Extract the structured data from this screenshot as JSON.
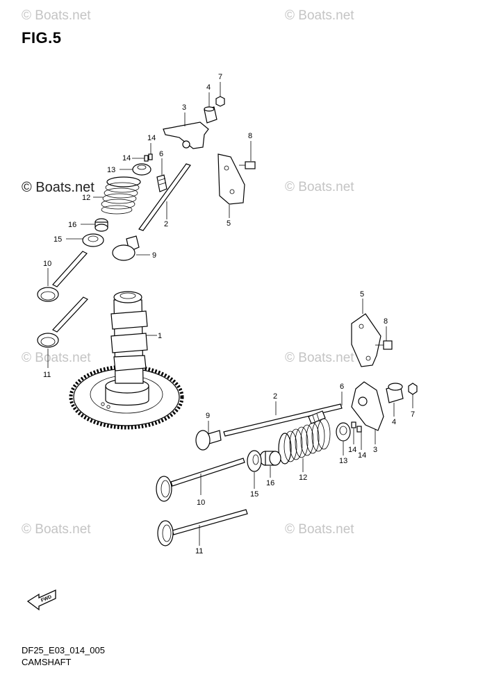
{
  "figure": {
    "title": "FIG.5",
    "code": "DF25_E03_014_005",
    "name": "CAMSHAFT"
  },
  "watermarks": {
    "text_light": "© Boats.net",
    "text_strong": "© Boats.net"
  },
  "fwd_label": "FWD",
  "callouts": {
    "c_upper_7": "7",
    "c_upper_4": "4",
    "c_upper_3": "3",
    "c_upper_8": "8",
    "c_upper_14a": "14",
    "c_upper_14b": "14",
    "c_upper_6": "6",
    "c_upper_13": "13",
    "c_upper_12": "12",
    "c_upper_2": "2",
    "c_upper_5": "5",
    "c_upper_16": "16",
    "c_upper_15": "15",
    "c_upper_9": "9",
    "c_upper_10": "10",
    "c_cam_1": "1",
    "c_upper_11": "11",
    "c_lower_5": "5",
    "c_lower_8": "8",
    "c_lower_2": "2",
    "c_lower_6": "6",
    "c_lower_9": "9",
    "c_lower_4": "4",
    "c_lower_7": "7",
    "c_lower_3": "3",
    "c_lower_14a": "14",
    "c_lower_14b": "14",
    "c_lower_13": "13",
    "c_lower_12": "12",
    "c_lower_16": "16",
    "c_lower_15": "15",
    "c_lower_10": "10",
    "c_lower_11": "11"
  }
}
